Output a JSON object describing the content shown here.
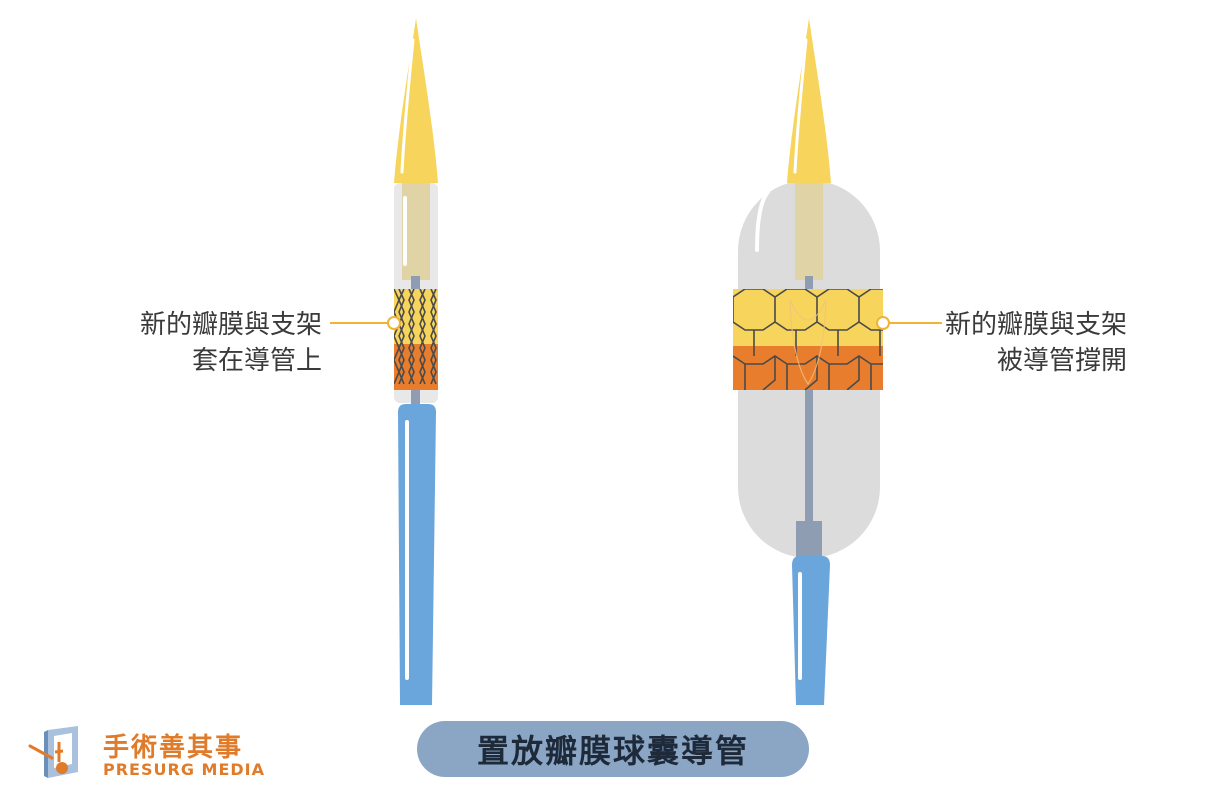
{
  "labels": {
    "crimped": [
      "新的瓣膜與支架",
      "套在導管上"
    ],
    "expanded": [
      "新的瓣膜與支架",
      "被導管撐開"
    ]
  },
  "title": "置放瓣膜球囊導管",
  "brand": {
    "name_cn": "手術善其事",
    "name_en": "PRESURG MEDIA"
  },
  "colors": {
    "tip": "#f7d55c",
    "catheter": "#6aa5dc",
    "orange": "#e87d2e",
    "balloon": "#dcdcdc",
    "pill": "#8aa6c4",
    "brand": "#e07b2a"
  }
}
